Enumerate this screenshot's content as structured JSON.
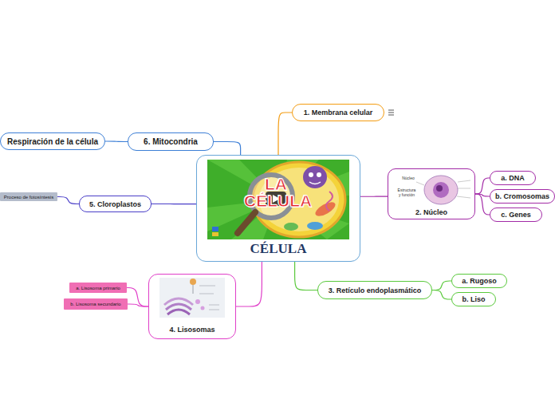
{
  "diagram": {
    "nodes": [
      {
        "text": [
          "CÉLULA"
        ]
      },
      {
        "text": [
          "1. Membrana celular"
        ]
      },
      {
        "text": [
          "2. Núcleo"
        ]
      },
      {
        "text": [
          "a. DNA"
        ]
      },
      {
        "text": [
          "b. Cromosomas"
        ]
      },
      {
        "text": [
          "c. Genes"
        ]
      },
      {
        "text": [
          "3. Retículo endoplasmático"
        ]
      },
      {
        "text": [
          "a. Rugoso"
        ]
      },
      {
        "text": [
          "b. Liso"
        ]
      },
      {
        "text": [
          "4. Lisosomas"
        ]
      },
      {
        "text": [
          "a. Lisosoma primario"
        ]
      },
      {
        "text": [
          "b. Lisosoma secundario"
        ]
      },
      {
        "text": [
          "5. Cloroplastos"
        ]
      },
      {
        "text": [
          "Proceso de fotosíntesis"
        ]
      },
      {
        "text": [
          "6. Mitocondria"
        ]
      },
      {
        "text": [
          "Respiración de la célula"
        ]
      }
    ],
    "edges": [
      {
        "from": 0,
        "to": 1,
        "arrow": "none"
      },
      {
        "from": 0,
        "to": 2,
        "arrow": "none"
      },
      {
        "from": 2,
        "to": 3,
        "arrow": "none"
      },
      {
        "from": 2,
        "to": 4,
        "arrow": "none"
      },
      {
        "from": 2,
        "to": 5,
        "arrow": "none"
      },
      {
        "from": 0,
        "to": 6,
        "arrow": "none"
      },
      {
        "from": 6,
        "to": 7,
        "arrow": "none"
      },
      {
        "from": 6,
        "to": 8,
        "arrow": "none"
      },
      {
        "from": 0,
        "to": 9,
        "arrow": "none"
      },
      {
        "from": 9,
        "to": 10,
        "arrow": "none"
      },
      {
        "from": 9,
        "to": 11,
        "arrow": "none"
      },
      {
        "from": 0,
        "to": 12,
        "arrow": "none"
      },
      {
        "from": 12,
        "to": 13,
        "arrow": "none"
      },
      {
        "from": 0,
        "to": 14,
        "arrow": "none"
      },
      {
        "from": 14,
        "to": 15,
        "arrow": "none"
      }
    ],
    "labels": [
      "LA CÉLULA",
      "Núcleo",
      "Estructura y función"
    ]
  }
}
